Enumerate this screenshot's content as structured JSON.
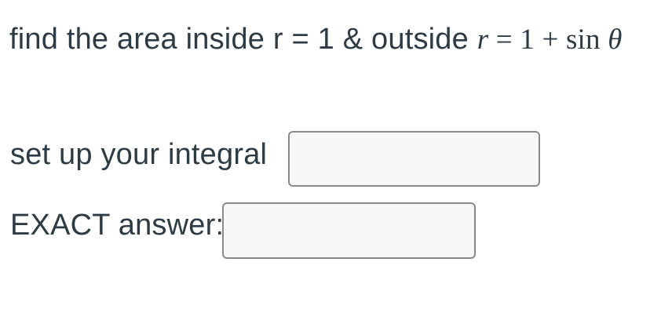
{
  "question": {
    "text_prefix": "find the area inside r = 1 & outside ",
    "math": {
      "var_r": "r",
      "operators": " = 1 + sin ",
      "var_theta": "θ"
    }
  },
  "fields": {
    "integral": {
      "label": "set up your integral",
      "value": "",
      "placeholder": ""
    },
    "exact": {
      "label": "EXACT answer:",
      "value": "",
      "placeholder": ""
    }
  },
  "colors": {
    "text": "#2d3b45",
    "input_background": "#f7f7f7",
    "input_border": "#8a8a8a",
    "page_background": "#ffffff"
  }
}
